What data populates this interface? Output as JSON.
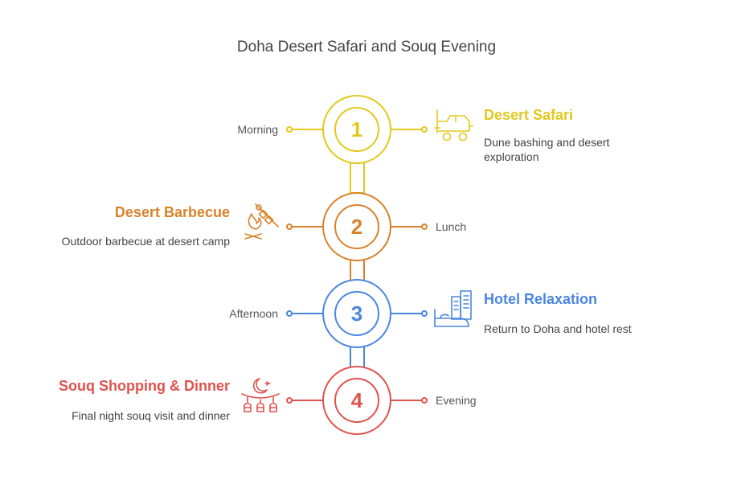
{
  "title": "Doha Desert Safari and Souq Evening",
  "colors": {
    "yellow": "#E2C81E",
    "orange": "#D9822B",
    "blue": "#4A86E0",
    "red": "#E0534D"
  },
  "steps": [
    {
      "number": "1",
      "time": "Morning",
      "title": "Desert Safari",
      "description": "Dune bashing and desert exploration",
      "icon": "jeep-icon",
      "color": "#E2C81E"
    },
    {
      "number": "2",
      "time": "Lunch",
      "title": "Desert Barbecue",
      "description": "Outdoor barbecue at desert camp",
      "icon": "campfire-skewer-icon",
      "color": "#D9822B"
    },
    {
      "number": "3",
      "time": "Afternoon",
      "title": "Hotel Relaxation",
      "description": "Return to Doha and hotel rest",
      "icon": "hotel-bed-icon",
      "color": "#4A86E0"
    },
    {
      "number": "4",
      "time": "Evening",
      "title": "Souq Shopping & Dinner",
      "description": "Final night souq visit and dinner",
      "icon": "crescent-lanterns-icon",
      "color": "#E0534D"
    }
  ]
}
